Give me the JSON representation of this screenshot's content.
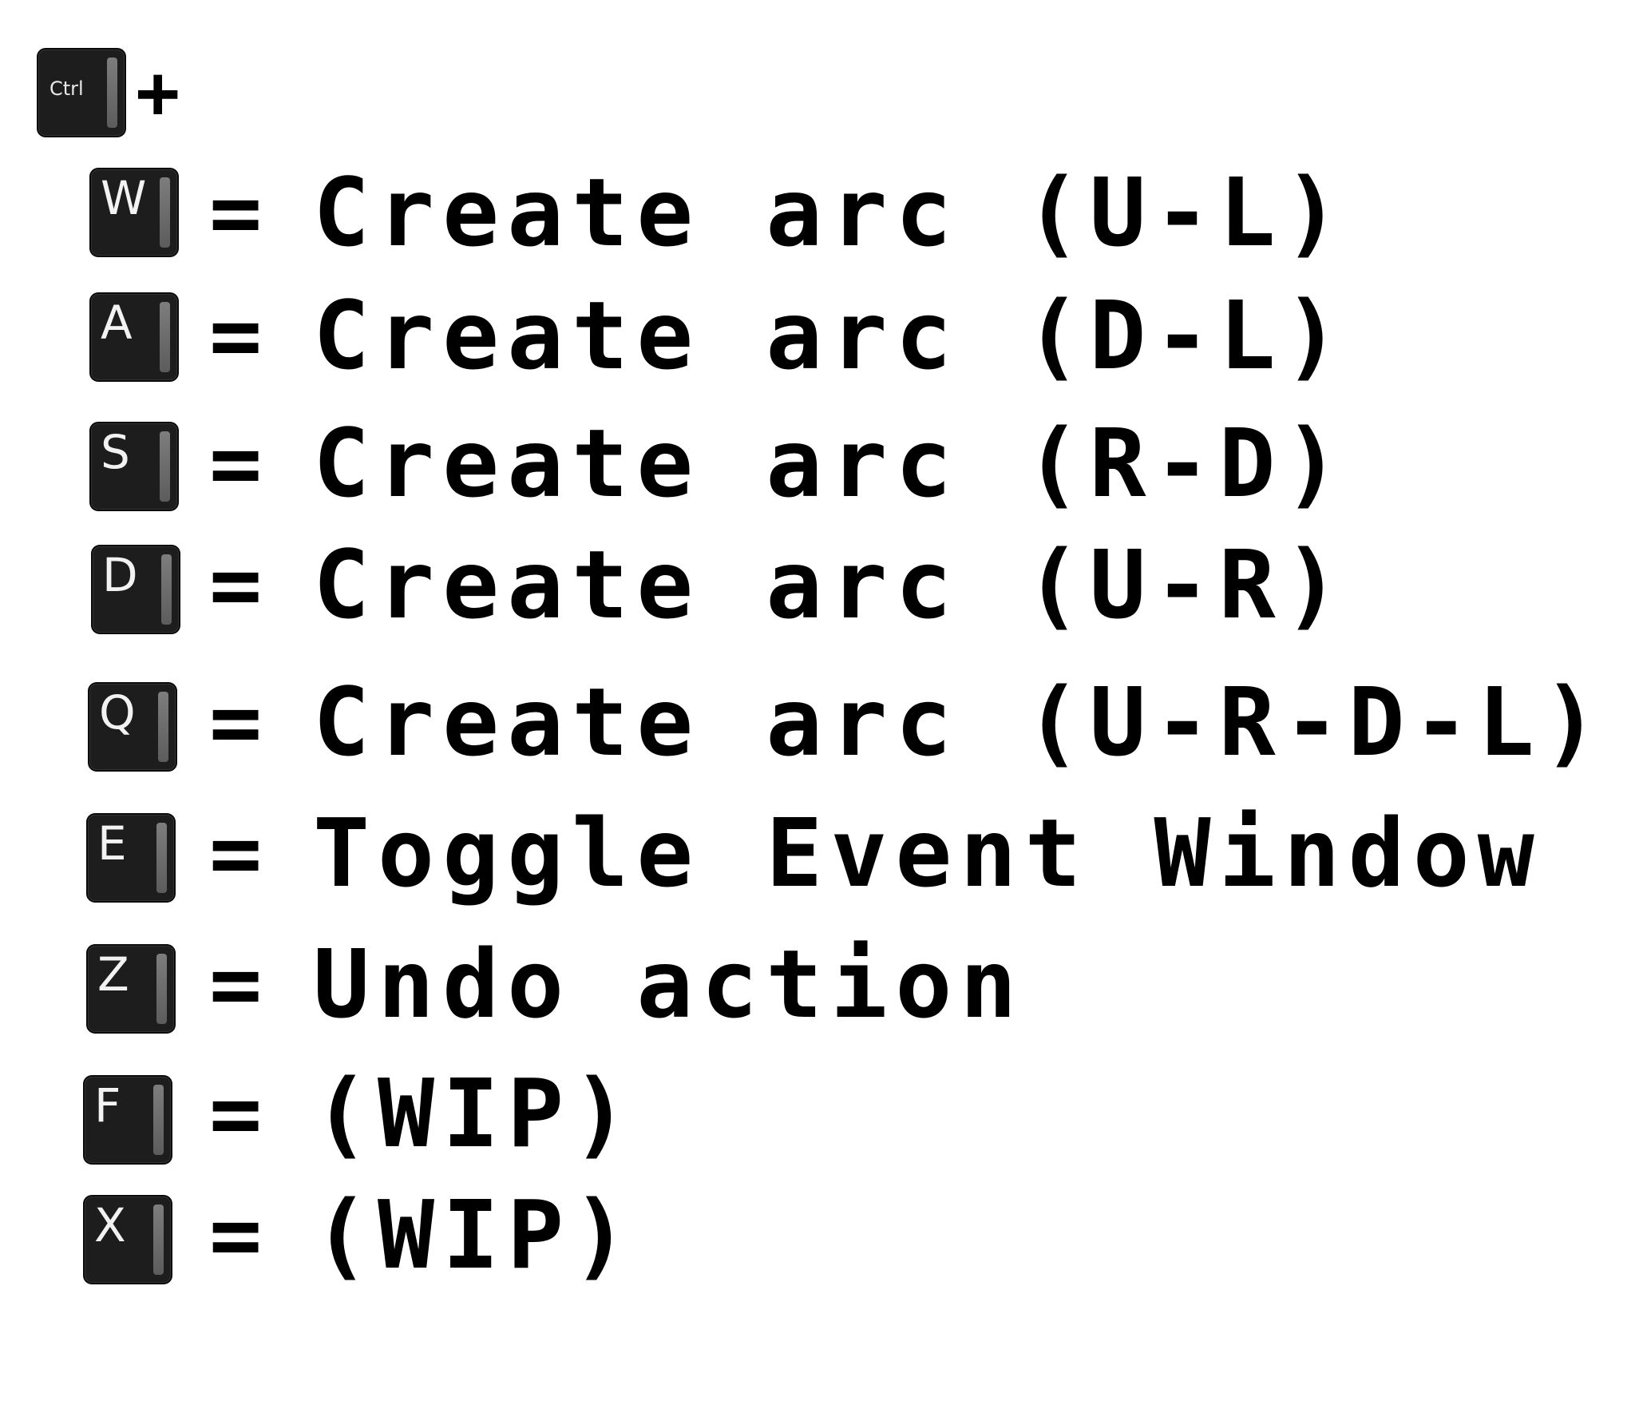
{
  "modifier": {
    "key": "Ctrl",
    "plus": "+"
  },
  "equals": "=",
  "shortcuts": [
    {
      "key": "W",
      "description": "Create arc (U-L)"
    },
    {
      "key": "A",
      "description": "Create arc (D-L)"
    },
    {
      "key": "S",
      "description": "Create arc (R-D)"
    },
    {
      "key": "D",
      "description": "Create arc (U-R)"
    },
    {
      "key": "Q",
      "description": "Create arc (U-R-D-L)"
    },
    {
      "key": "E",
      "description": "Toggle Event Window"
    },
    {
      "key": "Z",
      "description": "Undo action"
    },
    {
      "key": "F",
      "description": "(WIP)"
    },
    {
      "key": "X",
      "description": "(WIP)"
    }
  ]
}
